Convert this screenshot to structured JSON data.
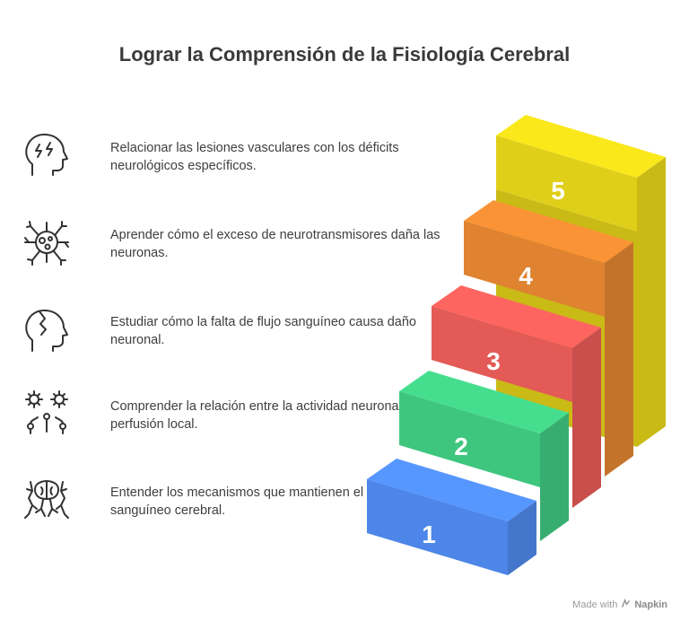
{
  "title": "Lograr la Comprensión de la Fisiología Cerebral",
  "steps": [
    {
      "number": "5",
      "text": "Relacionar las lesiones vasculares con los déficits neurológicos específicos.",
      "icon": "head-lightning-icon",
      "color": "#e0cf18"
    },
    {
      "number": "4",
      "text": "Aprender cómo el exceso de neurotransmisores daña las neuronas.",
      "icon": "neuron-cell-icon",
      "color": "#df8330"
    },
    {
      "number": "3",
      "text": "Estudiar cómo la falta de flujo sanguíneo causa daño neuronal.",
      "icon": "head-crack-icon",
      "color": "#e35a56"
    },
    {
      "number": "2",
      "text": "Comprender la relación entre la actividad neuronal y la perfusión local.",
      "icon": "gears-circuit-icon",
      "color": "#3ec67f"
    },
    {
      "number": "1",
      "text": "Entender los mecanismos que mantienen el flujo sanguíneo cerebral.",
      "icon": "brain-roots-icon",
      "color": "#4d86e8"
    }
  ],
  "footer": {
    "made_with": "Made with",
    "brand": "Napkin"
  }
}
